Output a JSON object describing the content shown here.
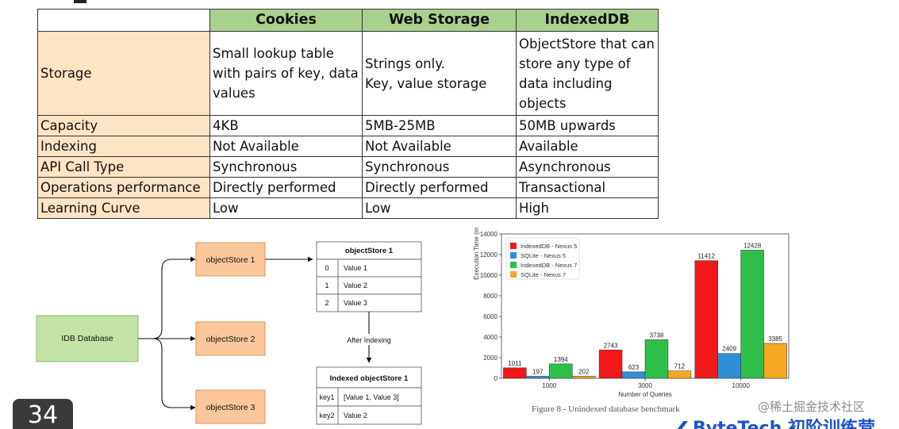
{
  "table": {
    "headers": [
      "",
      "Cookies",
      "Web Storage",
      "IndexedDB"
    ],
    "rows": [
      {
        "label": "Storage",
        "cookies": "Small lookup table with pairs of key, data values",
        "web_storage": "Strings only.\nKey, value storage",
        "indexeddb": "ObjectStore that can store any type of data including objects"
      },
      {
        "label": "Capacity",
        "cookies": "4KB",
        "web_storage": "5MB-25MB",
        "indexeddb": "50MB upwards"
      },
      {
        "label": "Indexing",
        "cookies": "Not Available",
        "web_storage": "Not Available",
        "indexeddb": "Available"
      },
      {
        "label": "API Call Type",
        "cookies": "Synchronous",
        "web_storage": "Synchronous",
        "indexeddb": "Asynchronous"
      },
      {
        "label": "Operations performance",
        "cookies": "Directly performed",
        "web_storage": "Directly performed",
        "indexeddb": "Transactional"
      },
      {
        "label": "Learning Curve",
        "cookies": "Low",
        "web_storage": "Low",
        "indexeddb": "High"
      }
    ]
  },
  "diagram": {
    "database": "IDB Database",
    "stores": [
      "objectStore 1",
      "objectStore 2",
      "objectStore 3"
    ],
    "store_table": {
      "title": "objectStore 1",
      "rows": [
        [
          "0",
          "Value 1"
        ],
        [
          "1",
          "Value 2"
        ],
        [
          "2",
          "Value 3"
        ]
      ]
    },
    "arrow_label": "After Indexing",
    "indexed_table": {
      "title": "Indexed objectStore 1",
      "rows": [
        [
          "key1",
          "[Value 1, Value 3]"
        ],
        [
          "key2",
          "Value 2"
        ]
      ]
    },
    "colors": {
      "database": "#c3e3a7",
      "store": "#fbc79a"
    }
  },
  "chart_data": {
    "type": "bar",
    "categories": [
      "1000",
      "3000",
      "10000"
    ],
    "series": [
      {
        "name": "IndexedDB - Nexus 5",
        "color": "#f01818",
        "values": [
          1011,
          2743,
          11412
        ]
      },
      {
        "name": "SQLite - Nexus 5",
        "color": "#2e8fd6",
        "values": [
          197,
          623,
          2409
        ]
      },
      {
        "name": "IndexedDB - Nexus 7",
        "color": "#2fbe4a",
        "values": [
          1394,
          3738,
          12428
        ]
      },
      {
        "name": "SQLite - Nexus 7",
        "color": "#f5a623",
        "values": [
          202,
          712,
          3385
        ]
      }
    ],
    "xlabel": "Number of Queries",
    "ylabel": "Execution Time (milliseconds)",
    "ylim": [
      0,
      14000
    ],
    "yticks": [
      0,
      2000,
      4000,
      6000,
      8000,
      10000,
      12000,
      14000
    ],
    "legend_position": "top-left",
    "grid": false
  },
  "page_number": "34",
  "watermark_site": "@稀土掘金技术社区",
  "brand": {
    "name": "ByteTech",
    "subtitle": "初阶训练营"
  },
  "caption_fragment": "Figure 8 - Unindexed database benchmark"
}
